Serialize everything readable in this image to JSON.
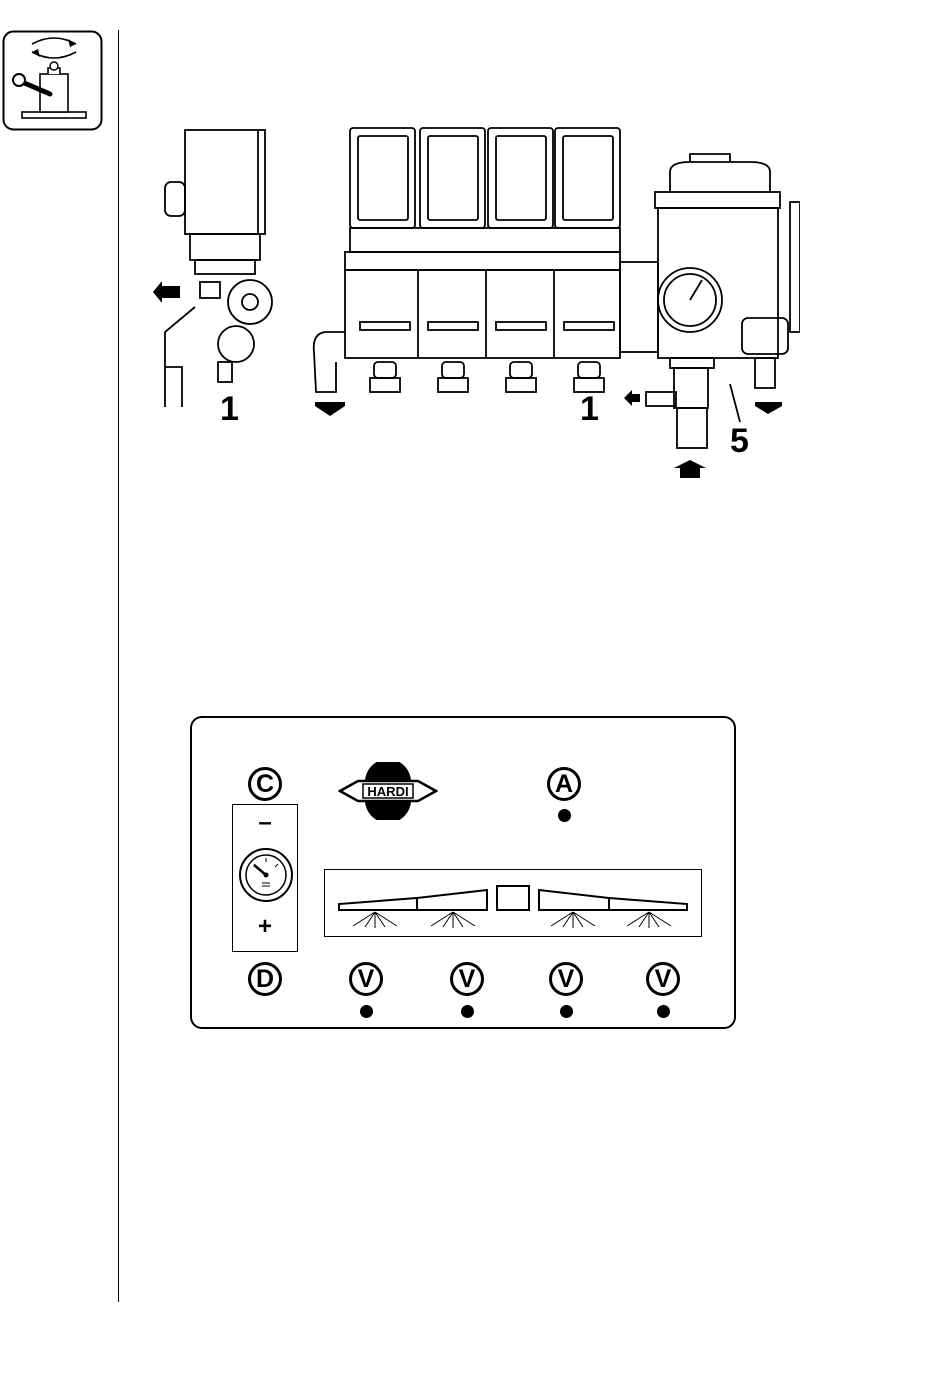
{
  "page": {
    "background": "#ffffff",
    "ink": "#000000"
  },
  "section_icon": {
    "name": "operator-adjustment-icon"
  },
  "figure_top": {
    "callouts": {
      "left_unit": "1",
      "valve_bank": "1",
      "regulator_handle": "5"
    }
  },
  "figure_panel": {
    "logo_text": "HARDI",
    "labels": {
      "a": "A",
      "c": "C",
      "d": "D",
      "v": "V"
    },
    "pressure_control": {
      "minus": "–",
      "plus": "+"
    },
    "section_valves": 4
  }
}
